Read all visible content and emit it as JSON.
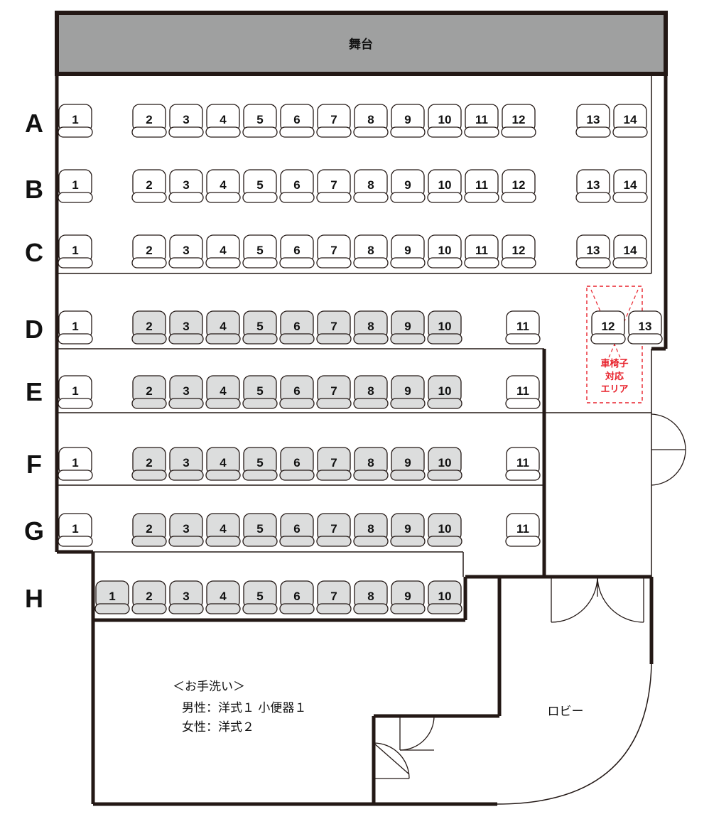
{
  "stage": {
    "label": "舞台"
  },
  "rows": [
    {
      "label": "A",
      "seats": [
        {
          "n": "1",
          "s": false
        },
        {
          "n": "2",
          "s": false
        },
        {
          "n": "3",
          "s": false
        },
        {
          "n": "4",
          "s": false
        },
        {
          "n": "5",
          "s": false
        },
        {
          "n": "6",
          "s": false
        },
        {
          "n": "7",
          "s": false
        },
        {
          "n": "8",
          "s": false
        },
        {
          "n": "9",
          "s": false
        },
        {
          "n": "10",
          "s": false
        },
        {
          "n": "11",
          "s": false
        },
        {
          "n": "12",
          "s": false
        },
        {
          "n": "13",
          "s": false
        },
        {
          "n": "14",
          "s": false
        }
      ]
    },
    {
      "label": "B",
      "seats": [
        {
          "n": "1",
          "s": false
        },
        {
          "n": "2",
          "s": false
        },
        {
          "n": "3",
          "s": false
        },
        {
          "n": "4",
          "s": false
        },
        {
          "n": "5",
          "s": false
        },
        {
          "n": "6",
          "s": false
        },
        {
          "n": "7",
          "s": false
        },
        {
          "n": "8",
          "s": false
        },
        {
          "n": "9",
          "s": false
        },
        {
          "n": "10",
          "s": false
        },
        {
          "n": "11",
          "s": false
        },
        {
          "n": "12",
          "s": false
        },
        {
          "n": "13",
          "s": false
        },
        {
          "n": "14",
          "s": false
        }
      ]
    },
    {
      "label": "C",
      "seats": [
        {
          "n": "1",
          "s": false
        },
        {
          "n": "2",
          "s": false
        },
        {
          "n": "3",
          "s": false
        },
        {
          "n": "4",
          "s": false
        },
        {
          "n": "5",
          "s": false
        },
        {
          "n": "6",
          "s": false
        },
        {
          "n": "7",
          "s": false
        },
        {
          "n": "8",
          "s": false
        },
        {
          "n": "9",
          "s": false
        },
        {
          "n": "10",
          "s": false
        },
        {
          "n": "11",
          "s": false
        },
        {
          "n": "12",
          "s": false
        },
        {
          "n": "13",
          "s": false
        },
        {
          "n": "14",
          "s": false
        }
      ]
    },
    {
      "label": "D",
      "seats": [
        {
          "n": "1",
          "s": false
        },
        {
          "n": "2",
          "s": true
        },
        {
          "n": "3",
          "s": true
        },
        {
          "n": "4",
          "s": true
        },
        {
          "n": "5",
          "s": true
        },
        {
          "n": "6",
          "s": true
        },
        {
          "n": "7",
          "s": true
        },
        {
          "n": "8",
          "s": true
        },
        {
          "n": "9",
          "s": true
        },
        {
          "n": "10",
          "s": true
        },
        {
          "n": "11",
          "s": false
        },
        {
          "n": "12",
          "s": false
        },
        {
          "n": "13",
          "s": false
        }
      ]
    },
    {
      "label": "E",
      "seats": [
        {
          "n": "1",
          "s": false
        },
        {
          "n": "2",
          "s": true
        },
        {
          "n": "3",
          "s": true
        },
        {
          "n": "4",
          "s": true
        },
        {
          "n": "5",
          "s": true
        },
        {
          "n": "6",
          "s": true
        },
        {
          "n": "7",
          "s": true
        },
        {
          "n": "8",
          "s": true
        },
        {
          "n": "9",
          "s": true
        },
        {
          "n": "10",
          "s": true
        },
        {
          "n": "11",
          "s": false
        }
      ]
    },
    {
      "label": "F",
      "seats": [
        {
          "n": "1",
          "s": false
        },
        {
          "n": "2",
          "s": true
        },
        {
          "n": "3",
          "s": true
        },
        {
          "n": "4",
          "s": true
        },
        {
          "n": "5",
          "s": true
        },
        {
          "n": "6",
          "s": true
        },
        {
          "n": "7",
          "s": true
        },
        {
          "n": "8",
          "s": true
        },
        {
          "n": "9",
          "s": true
        },
        {
          "n": "10",
          "s": true
        },
        {
          "n": "11",
          "s": false
        }
      ]
    },
    {
      "label": "G",
      "seats": [
        {
          "n": "1",
          "s": false
        },
        {
          "n": "2",
          "s": true
        },
        {
          "n": "3",
          "s": true
        },
        {
          "n": "4",
          "s": true
        },
        {
          "n": "5",
          "s": true
        },
        {
          "n": "6",
          "s": true
        },
        {
          "n": "7",
          "s": true
        },
        {
          "n": "8",
          "s": true
        },
        {
          "n": "9",
          "s": true
        },
        {
          "n": "10",
          "s": true
        },
        {
          "n": "11",
          "s": false
        }
      ]
    },
    {
      "label": "H",
      "seats": [
        {
          "n": "1",
          "s": true
        },
        {
          "n": "2",
          "s": true
        },
        {
          "n": "3",
          "s": true
        },
        {
          "n": "4",
          "s": true
        },
        {
          "n": "5",
          "s": true
        },
        {
          "n": "6",
          "s": true
        },
        {
          "n": "7",
          "s": true
        },
        {
          "n": "8",
          "s": true
        },
        {
          "n": "9",
          "s": true
        },
        {
          "n": "10",
          "s": true
        }
      ]
    }
  ],
  "wheelchair_area": {
    "lines": [
      "車椅子",
      "対応",
      "エリア"
    ]
  },
  "restroom": {
    "title": "＜お手洗い＞",
    "line1": "男性：洋式１ 小便器１",
    "line2": "女性：洋式２"
  },
  "lobby": {
    "label": "ロビー"
  },
  "colors": {
    "wall": "#231815",
    "seat_fill": "#ffffff",
    "seat_fill_shaded": "#dcdddd",
    "stage_fill": "#9fa0a0",
    "wheelchair": "#e8212b"
  }
}
